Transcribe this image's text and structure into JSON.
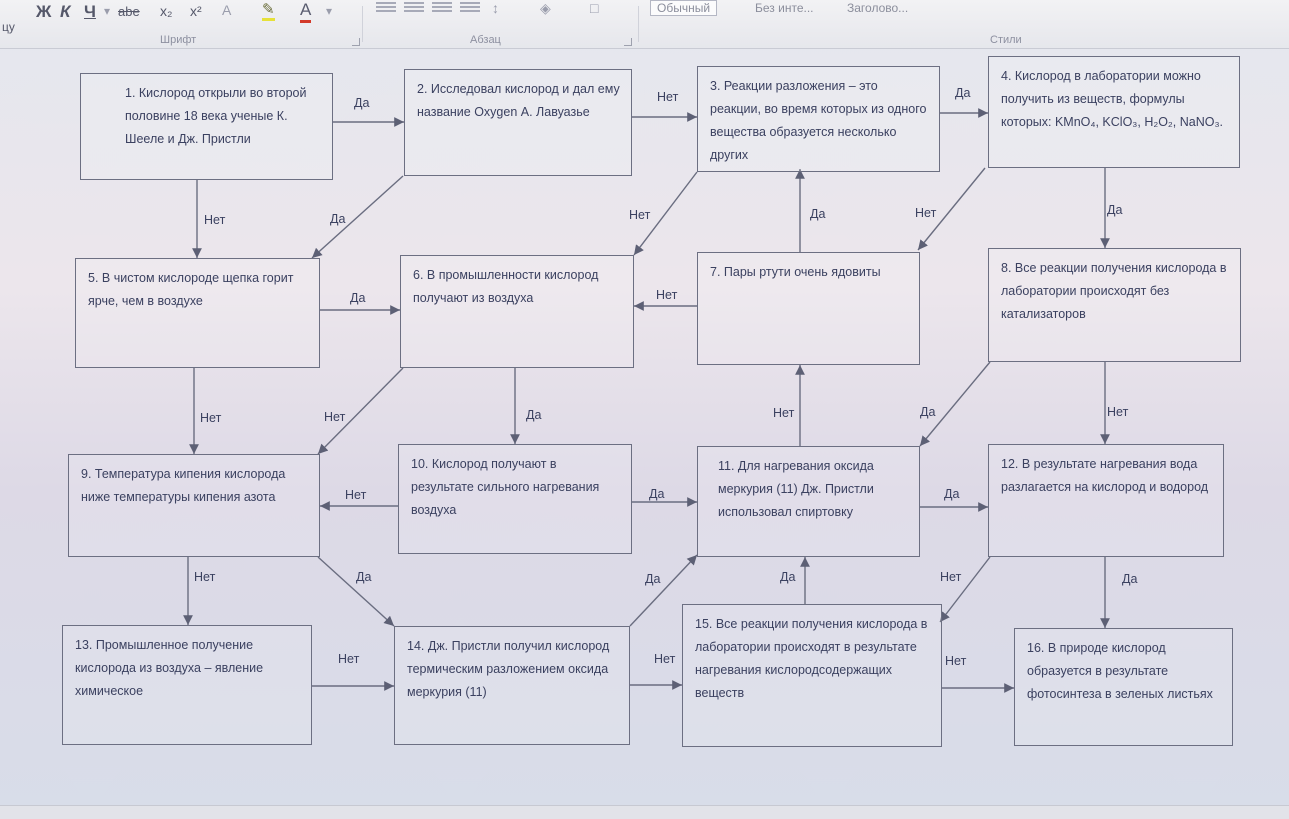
{
  "ribbon": {
    "left_label": "цу",
    "bold": "Ж",
    "italic": "К",
    "underline": "Ч",
    "strike": "abe",
    "sub": "x₂",
    "sup": "x²",
    "font_group": "Шрифт",
    "para_group": "Абзац",
    "styles_group": "Стили",
    "style_normal": "Обычный",
    "style_nospacing": "Без инте...",
    "style_heading": "Заголово..."
  },
  "boxes": [
    {
      "id": 1,
      "text": "1.   Кислород открыли во второй половине 18 века ученые К. Шееле и Дж. Пристли"
    },
    {
      "id": 2,
      "text": "2.    Исследовал кислород и дал ему название Oxygen А. Лавуазье"
    },
    {
      "id": 3,
      "text": "3. Реакции разложения – это реакции, во время которых из одного вещества образуется несколько других"
    },
    {
      "id": 4,
      "text": "4.  Кислород в лаборатории можно получить из веществ, формулы которых: KMnO₄, KClO₃, H₂O₂, NaNO₃."
    },
    {
      "id": 5,
      "text": "5.  В чистом кислороде щепка горит ярче, чем  в воздухе"
    },
    {
      "id": 6,
      "text": "6.  В промышленности кислород получают из воздуха"
    },
    {
      "id": 7,
      "text": "7.  Пары ртути очень ядовиты"
    },
    {
      "id": 8,
      "text": "8.  Все реакции получения кислорода в лаборатории происходят без катализаторов"
    },
    {
      "id": 9,
      "text": "9.  Температура кипения кислорода ниже температуры кипения азота"
    },
    {
      "id": 10,
      "text": "10.  Кислород получают в результате сильного нагревания воздуха"
    },
    {
      "id": 11,
      "text": "11.   Для нагревания оксида меркурия (11) Дж. Пристли использовал спиртовку"
    },
    {
      "id": 12,
      "text": "12. В результате нагревания вода разлагается на кислород и водород"
    },
    {
      "id": 13,
      "text": "13.  Промышленное получение кислорода из воздуха – явление химическое"
    },
    {
      "id": 14,
      "text": "14.  Дж. Пристли получил кислород термическим разложением оксида меркурия (11)"
    },
    {
      "id": 15,
      "text": "15.   Все реакции получения кислорода в лаборатории происходят в результате нагревания кислородсодержащих веществ"
    },
    {
      "id": 16,
      "text": "16.  В природе кислород образуется в результате фотосинтеза в зеленых листьях"
    }
  ],
  "labels": [
    {
      "id": "1-2",
      "text": "Да"
    },
    {
      "id": "2-3",
      "text": "Нет"
    },
    {
      "id": "3-4",
      "text": "Да"
    },
    {
      "id": "1-5",
      "text": "Нет"
    },
    {
      "id": "2-5",
      "text": "Да"
    },
    {
      "id": "3-6",
      "text": "Нет"
    },
    {
      "id": "7-3",
      "text": "Да"
    },
    {
      "id": "4-7",
      "text": "Нет"
    },
    {
      "id": "4-8",
      "text": "Да"
    },
    {
      "id": "5-6",
      "text": "Да"
    },
    {
      "id": "7-6",
      "text": "Нет"
    },
    {
      "id": "5-9",
      "text": "Нет"
    },
    {
      "id": "6-9",
      "text": "Нет"
    },
    {
      "id": "6-10",
      "text": "Да"
    },
    {
      "id": "11-7",
      "text": "Нет"
    },
    {
      "id": "8-11",
      "text": "Да"
    },
    {
      "id": "8-12",
      "text": "Нет"
    },
    {
      "id": "10-9",
      "text": "Нет"
    },
    {
      "id": "10-11",
      "text": "Да"
    },
    {
      "id": "11-12",
      "text": "Да"
    },
    {
      "id": "9-13",
      "text": "Нет"
    },
    {
      "id": "9-14",
      "text": "Да"
    },
    {
      "id": "14-11",
      "text": "Да"
    },
    {
      "id": "15-11",
      "text": "Да"
    },
    {
      "id": "12-15",
      "text": "Нет"
    },
    {
      "id": "12-16",
      "text": "Да"
    },
    {
      "id": "13-14",
      "text": "Нет"
    },
    {
      "id": "14-15",
      "text": "Нет"
    },
    {
      "id": "15-16",
      "text": "Нет"
    }
  ]
}
